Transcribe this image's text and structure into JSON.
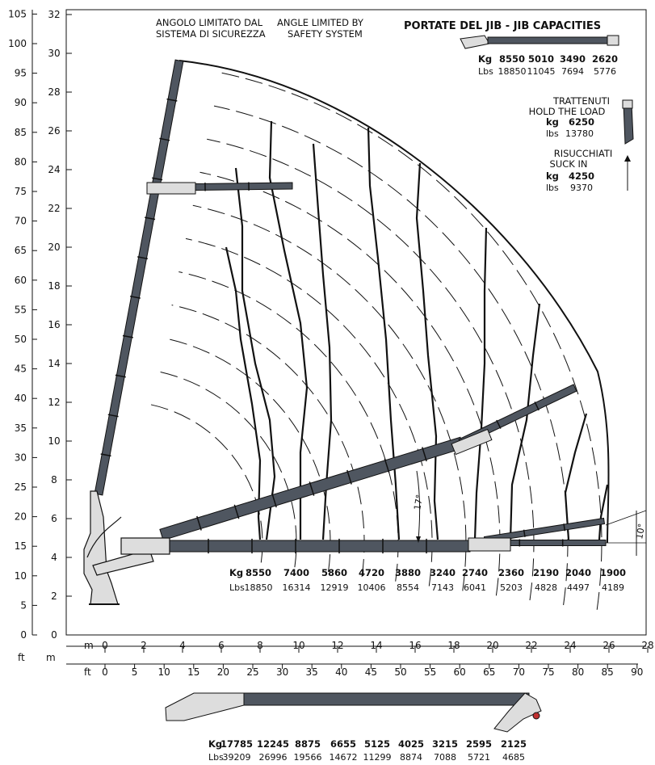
{
  "title": "PORTATE DEL JIB   -   JIB CAPACITIES",
  "safety_note": [
    "ANGOLO LIMITATO DAL",
    "SISTEMA DI SICUREZZA"
  ],
  "safety_note_en": [
    "ANGLE LIMITED BY",
    "SAFETY SYSTEM"
  ],
  "top_table": {
    "kg_label": "Kg",
    "lbs_label": "Lbs",
    "kg": [
      "8550",
      "5010",
      "3490",
      "2620"
    ],
    "lbs": [
      "18850",
      "11045",
      "7694",
      "5776"
    ]
  },
  "hold": {
    "it": "TRATTENUTI",
    "en": "HOLD THE LOAD",
    "kg_label": "kg",
    "kg": "6250",
    "lbs_label": "lbs",
    "lbs": "13780"
  },
  "suck": {
    "it": "RISUCCHIATI",
    "en": "SUCK IN",
    "kg_label": "kg",
    "kg": "4250",
    "lbs_label": "lbs",
    "lbs": "9370"
  },
  "angles": {
    "a17": "17°",
    "a10": "10°"
  },
  "mid_table": {
    "kg_label": "Kg",
    "lbs_label": "Lbs",
    "kg": [
      "8550",
      "7400",
      "5860",
      "4720",
      "3880",
      "3240",
      "2740",
      "2360",
      "2190",
      "2040",
      "1900"
    ],
    "lbs": [
      "18850",
      "16314",
      "12919",
      "10406",
      "8554",
      "7143",
      "6041",
      "5203",
      "4828",
      "4497",
      "4189"
    ]
  },
  "bottom_table": {
    "kg_label": "Kg",
    "lbs_label": "Lbs",
    "kg": [
      "17785",
      "12245",
      "8875",
      "6655",
      "5125",
      "4025",
      "3215",
      "2595",
      "2125"
    ],
    "lbs": [
      "39209",
      "26996",
      "19566",
      "14672",
      "11299",
      "8874",
      "7088",
      "5721",
      "4685"
    ]
  },
  "axes": {
    "ft_label": "ft",
    "m_label": "m",
    "left_ft_ticks": [
      "0",
      "5",
      "10",
      "15",
      "20",
      "25",
      "30",
      "35",
      "40",
      "45",
      "50",
      "55",
      "60",
      "65",
      "70",
      "75",
      "80",
      "85",
      "90",
      "95",
      "100",
      "105"
    ],
    "left_m_ticks": [
      "0",
      "2",
      "4",
      "6",
      "8",
      "10",
      "12",
      "14",
      "16",
      "18",
      "20",
      "22",
      "24",
      "26",
      "28",
      "30",
      "32"
    ],
    "bottom_m_ticks": [
      "0",
      "2",
      "4",
      "6",
      "8",
      "10",
      "12",
      "14",
      "16",
      "18",
      "20",
      "22",
      "24",
      "26",
      "28"
    ],
    "bottom_ft_ticks": [
      "0",
      "5",
      "10",
      "15",
      "20",
      "25",
      "30",
      "35",
      "40",
      "45",
      "50",
      "55",
      "60",
      "65",
      "70",
      "75",
      "80",
      "85",
      "90"
    ]
  }
}
